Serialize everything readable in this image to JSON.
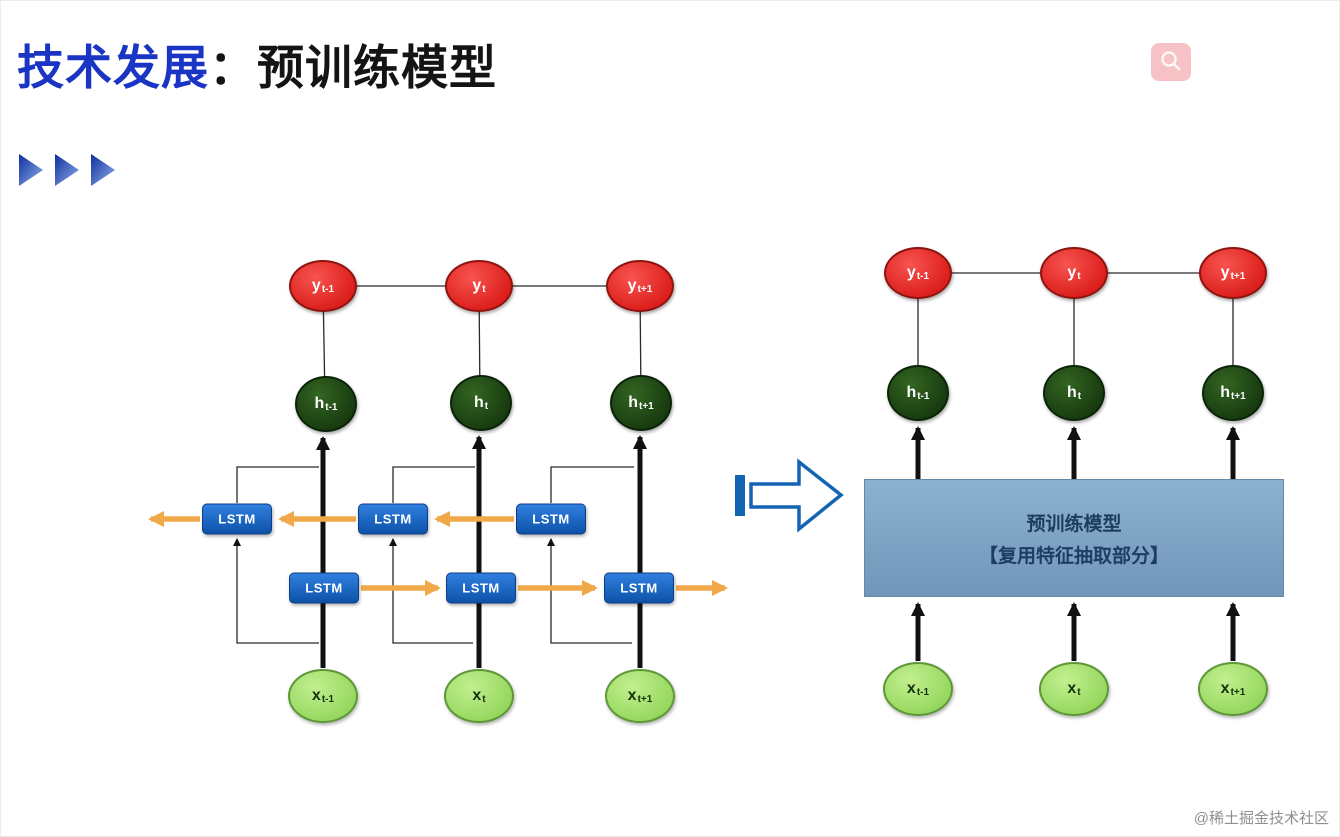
{
  "title": {
    "part1": "技术发展",
    "part2": "：预训练模型"
  },
  "labels": {
    "lstm": "LSTM"
  },
  "pretrain_box": {
    "line1": "预训练模型",
    "line2": "【复用特征抽取部分】"
  },
  "nodes": {
    "y": [
      {
        "base": "y",
        "sub": "t-1"
      },
      {
        "base": "y",
        "sub": "t"
      },
      {
        "base": "y",
        "sub": "t+1"
      }
    ],
    "h": [
      {
        "base": "h",
        "sub": "t-1"
      },
      {
        "base": "h",
        "sub": "t"
      },
      {
        "base": "h",
        "sub": "t+1"
      }
    ],
    "x": [
      {
        "base": "x",
        "sub": "t-1"
      },
      {
        "base": "x",
        "sub": "t"
      },
      {
        "base": "x",
        "sub": "t+1"
      }
    ]
  },
  "watermark": "@稀土掘金技术社区",
  "icons": {
    "search_icon": "magnifier",
    "chevron_icon": "right-pointing-triangle"
  },
  "colors": {
    "title_blue": "#1a35c4",
    "node_red": "#dc1f1c",
    "node_dark_green": "#16380e",
    "node_light_green": "#93d65b",
    "lstm_blue": "#0e52a8",
    "orange_arrow": "#f0a848",
    "big_arrow_blue": "#1464b4",
    "pretrain_box_fill": "#7fa6c6",
    "search_icon_bg": "#ec787e"
  }
}
